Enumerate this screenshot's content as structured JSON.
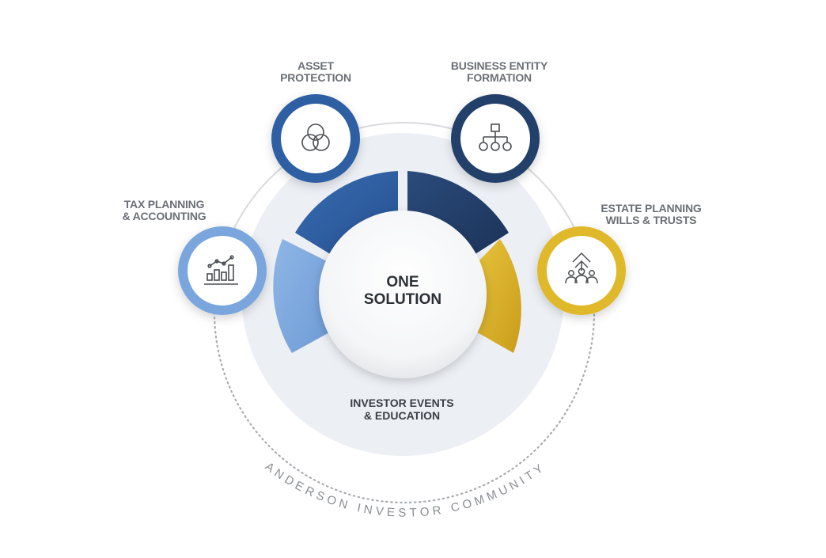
{
  "center": {
    "line1": "ONE",
    "line2": "SOLUTION"
  },
  "events": {
    "line1": "INVESTOR EVENTS",
    "line2": "& EDUCATION"
  },
  "community": {
    "text": "ANDERSON INVESTOR COMMUNITY"
  },
  "services": [
    {
      "id": "asset-protection",
      "line1": "ASSET",
      "line2": "PROTECTION",
      "icon": "venn-icon",
      "color": "#2f5fa3"
    },
    {
      "id": "business-entity-formation",
      "line1": "BUSINESS ENTITY",
      "line2": "FORMATION",
      "icon": "org-chart-icon",
      "color": "#23406b"
    },
    {
      "id": "tax-planning-accounting",
      "line1": "TAX PLANNING",
      "line2": "& ACCOUNTING",
      "icon": "bar-chart-trend-icon",
      "color": "#7aa6dd"
    },
    {
      "id": "estate-planning",
      "line1": "ESTATE PLANNING",
      "line2": "WILLS & TRUSTS",
      "icon": "family-house-icon",
      "color": "#e0b92c"
    }
  ],
  "colors": {
    "light_blue": "#7aa6dd",
    "mid_blue": "#2f5fa3",
    "dark_blue": "#23406b",
    "gold": "#d9ae24",
    "halo": "#eceff4",
    "ring": "#d8dadd"
  }
}
